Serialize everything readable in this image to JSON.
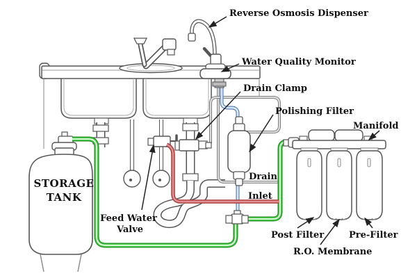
{
  "diagram": {
    "labels": {
      "dispenser": "Reverse Osmosis Dispenser",
      "monitor": "Water Quality Monitor",
      "drain_clamp": "Drain Clamp",
      "polishing_filter": "Polishing Filter",
      "manifold": "Manifold",
      "storage_tank_line1": "STORAGE",
      "storage_tank_line2": "TANK",
      "feed_water_line1": "Feed Water",
      "feed_water_line2": "Valve",
      "drain": "Drain",
      "inlet": "Inlet",
      "post_filter": "Post Filter",
      "ro_membrane": "R.O. Membrane",
      "pre_filter": "Pre-Filter"
    },
    "colors": {
      "tube_green": "#44cc44",
      "tube_red": "#cc6666",
      "tube_blue": "#99bbdd",
      "tube_grey": "#aaaaaa",
      "outline": "#555555",
      "label_text": "#111111"
    }
  }
}
